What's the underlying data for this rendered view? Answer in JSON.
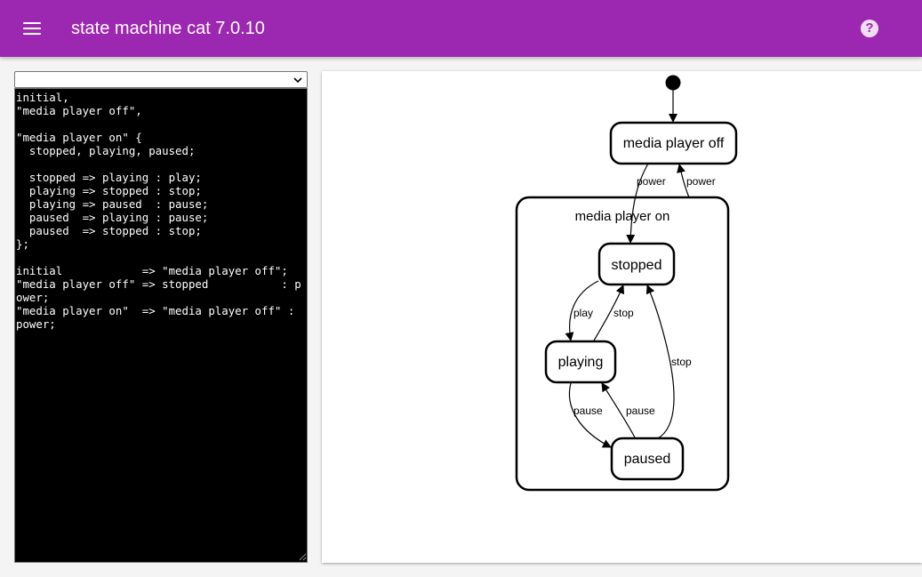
{
  "app": {
    "title": "state machine cat 7.0.10",
    "menu_icon": "hamburger-menu-icon",
    "help_icon": "help-circle-icon",
    "help_glyph": "?"
  },
  "theme": {
    "appbar_color": "#9c27b0",
    "editor_background": "#000000",
    "editor_text": "#ffffff"
  },
  "sample_select": {
    "selected": ""
  },
  "editor": {
    "source": "initial,\n\"media player off\",\n\n\"media player on\" {\n  stopped, playing, paused;\n\n  stopped => playing : play;\n  playing => stopped : stop;\n  playing => paused  : pause;\n  paused  => playing : pause;\n  paused  => stopped : stop;\n};\n\ninitial            => \"media player off\";\n\"media player off\" => stopped           : power;\n\"media player on\"  => \"media player off\" : power;"
  },
  "diagram": {
    "states": {
      "media_player_off": "media player off",
      "media_player_on": "media player on",
      "stopped": "stopped",
      "playing": "playing",
      "paused": "paused"
    },
    "transitions": {
      "off_to_stopped": "power",
      "on_to_off": "power",
      "stopped_to_playing": "play",
      "playing_to_stopped": "stop",
      "playing_to_paused": "pause",
      "paused_to_playing": "pause",
      "paused_to_stopped": "stop"
    }
  }
}
